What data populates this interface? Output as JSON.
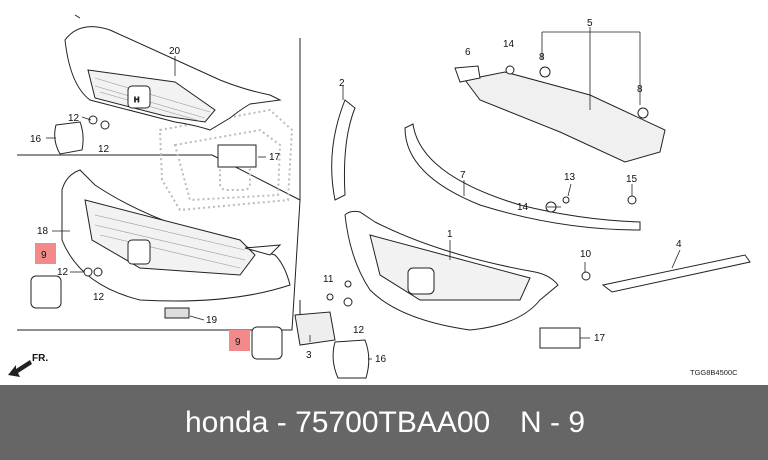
{
  "diagram": {
    "reference_code": "TGG8B4500C",
    "front_label": "FR.",
    "callouts": [
      "20",
      "16",
      "12",
      "12",
      "18",
      "9",
      "12",
      "12",
      "19",
      "17",
      "2",
      "1",
      "3",
      "11",
      "12",
      "16",
      "9",
      "17",
      "6",
      "14",
      "5",
      "8",
      "8",
      "7",
      "13",
      "14",
      "15",
      "10",
      "4"
    ]
  },
  "footer": {
    "part_text": "honda - 75700TBAA00",
    "number_text": "N - 9"
  },
  "colors": {
    "highlight": "#f28a8a",
    "footer_bg": "#666666",
    "footer_text": "#ffffff",
    "line": "#222222"
  }
}
